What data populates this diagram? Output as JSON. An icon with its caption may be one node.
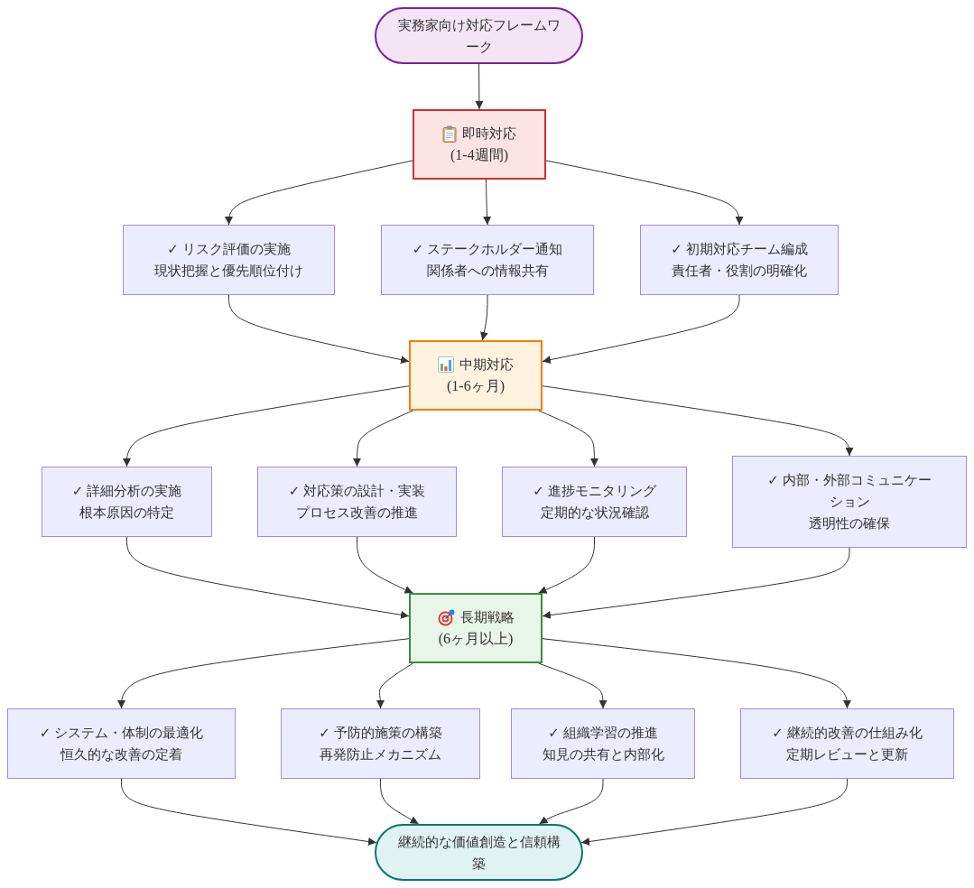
{
  "diagram": {
    "nodes": [
      {
        "text": [
          "実務家向け対応フレームワーク"
        ]
      },
      {
        "text": [
          "即時対応",
          "(1-4週間)"
        ]
      },
      {
        "text": [
          "✓ リスク評価の実施",
          "現状把握と優先順位付け"
        ]
      },
      {
        "text": [
          "✓ ステークホルダー通知",
          "関係者への情報共有"
        ]
      },
      {
        "text": [
          "✓ 初期対応チーム編成",
          "責任者・役割の明確化"
        ]
      },
      {
        "text": [
          "中期対応",
          "(1-6ヶ月)"
        ]
      },
      {
        "text": [
          "✓ 詳細分析の実施",
          "根本原因の特定"
        ]
      },
      {
        "text": [
          "✓ 対応策の設計・実装",
          "プロセス改善の推進"
        ]
      },
      {
        "text": [
          "✓ 進捗モニタリング",
          "定期的な状況確認"
        ]
      },
      {
        "text": [
          "✓ 内部・外部コミュニケーション",
          "透明性の確保"
        ]
      },
      {
        "text": [
          "長期戦略",
          "(6ヶ月以上)"
        ]
      },
      {
        "text": [
          "✓ システム・体制の最適化",
          "恒久的な改善の定着"
        ]
      },
      {
        "text": [
          "✓ 予防的施策の構築",
          "再発防止メカニズム"
        ]
      },
      {
        "text": [
          "✓ 組織学習の推進",
          "知見の共有と内部化"
        ]
      },
      {
        "text": [
          "✓ 継続的改善の仕組み化",
          "定期レビューと更新"
        ]
      },
      {
        "text": [
          "継続的な価値創造と信頼構築"
        ]
      }
    ],
    "edges": [
      {
        "from": 0,
        "to": 1,
        "arrow": "to"
      },
      {
        "from": 1,
        "to": 2,
        "arrow": "to"
      },
      {
        "from": 1,
        "to": 3,
        "arrow": "to"
      },
      {
        "from": 1,
        "to": 4,
        "arrow": "to"
      },
      {
        "from": 2,
        "to": 5,
        "arrow": "to"
      },
      {
        "from": 3,
        "to": 5,
        "arrow": "to"
      },
      {
        "from": 4,
        "to": 5,
        "arrow": "to"
      },
      {
        "from": 5,
        "to": 6,
        "arrow": "to"
      },
      {
        "from": 5,
        "to": 7,
        "arrow": "to"
      },
      {
        "from": 5,
        "to": 8,
        "arrow": "to"
      },
      {
        "from": 5,
        "to": 9,
        "arrow": "to"
      },
      {
        "from": 6,
        "to": 10,
        "arrow": "to"
      },
      {
        "from": 7,
        "to": 10,
        "arrow": "to"
      },
      {
        "from": 8,
        "to": 10,
        "arrow": "to"
      },
      {
        "from": 9,
        "to": 10,
        "arrow": "to"
      },
      {
        "from": 10,
        "to": 11,
        "arrow": "to"
      },
      {
        "from": 10,
        "to": 12,
        "arrow": "to"
      },
      {
        "from": 10,
        "to": 13,
        "arrow": "to"
      },
      {
        "from": 10,
        "to": 14,
        "arrow": "to"
      },
      {
        "from": 11,
        "to": 15,
        "arrow": "to"
      },
      {
        "from": 12,
        "to": 15,
        "arrow": "to"
      },
      {
        "from": 13,
        "to": 15,
        "arrow": "to"
      },
      {
        "from": 14,
        "to": 15,
        "arrow": "to"
      }
    ]
  }
}
